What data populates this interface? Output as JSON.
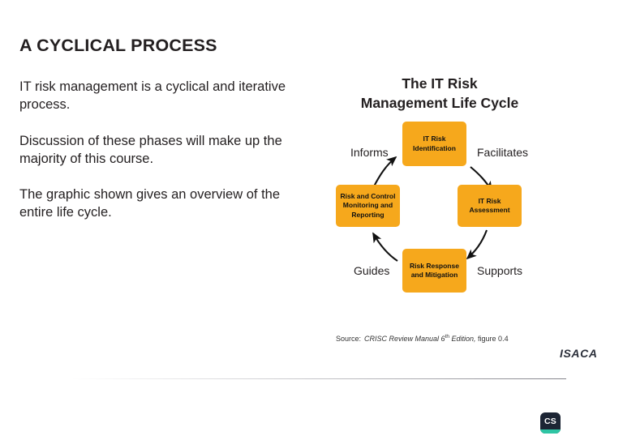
{
  "slide": {
    "title": "A CYCLICAL PROCESS",
    "background_color": "#ffffff",
    "accent_color": "#f6a81c"
  },
  "body": {
    "paragraphs": [
      "IT risk management is a cyclical and iterative process.",
      "Discussion of these phases will make up the majority of this course.",
      "The graphic shown gives an overview of the entire life cycle."
    ]
  },
  "diagram": {
    "title_line_1": "The IT Risk",
    "title_line_2": "Management Life Cycle",
    "boxes": [
      {
        "id": "identification",
        "lines": [
          "IT Risk",
          "Identification"
        ],
        "position": "top"
      },
      {
        "id": "assessment",
        "lines": [
          "IT Risk",
          "Assessment"
        ],
        "position": "right"
      },
      {
        "id": "response",
        "lines": [
          "Risk Response",
          "and Mitigation"
        ],
        "position": "bottom"
      },
      {
        "id": "monitoring",
        "lines": [
          "Risk and Control",
          "Monitoring and",
          "Reporting"
        ],
        "position": "left"
      }
    ],
    "edge_labels": {
      "informs": "Informs",
      "facilitates": "Facilitates",
      "supports": "Supports",
      "guides": "Guides"
    }
  },
  "source": {
    "label": "Source:",
    "title": "CRISC Review Manual 6",
    "ordinal": "th",
    "title_tail": " Edition,",
    "figure": "figure 0.4"
  },
  "branding": {
    "isaca": "ISACA",
    "badge": "CS"
  }
}
